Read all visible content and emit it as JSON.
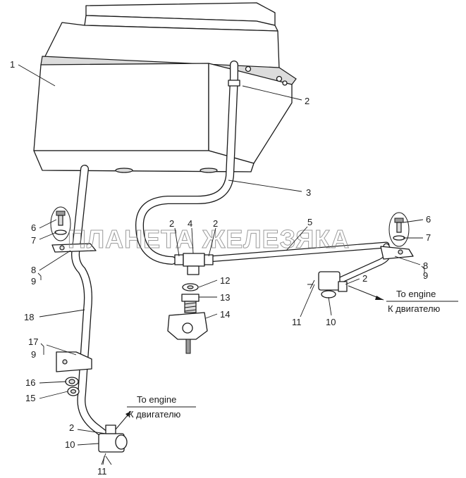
{
  "watermark": "ПЛАНЕТА ЖЕЛЕЗЯКА",
  "engine_labels": {
    "left": {
      "en": "To engine",
      "ru": "К двигателю"
    },
    "right": {
      "en": "To engine",
      "ru": "К двигателю"
    }
  },
  "callouts": [
    {
      "id": "c1",
      "text": "1"
    },
    {
      "id": "c2-top",
      "text": "2"
    },
    {
      "id": "c3",
      "text": "3"
    },
    {
      "id": "c6-left",
      "text": "6"
    },
    {
      "id": "c7-left",
      "text": "7"
    },
    {
      "id": "c2-tee-left",
      "text": "2"
    },
    {
      "id": "c4",
      "text": "4"
    },
    {
      "id": "c2-tee-right",
      "text": "2"
    },
    {
      "id": "c5",
      "text": "5"
    },
    {
      "id": "c6-right",
      "text": "6"
    },
    {
      "id": "c7-right",
      "text": "7"
    },
    {
      "id": "c8-left",
      "text": "8"
    },
    {
      "id": "c9-left",
      "text": "9"
    },
    {
      "id": "c12",
      "text": "12"
    },
    {
      "id": "c13",
      "text": "13"
    },
    {
      "id": "c14",
      "text": "14"
    },
    {
      "id": "c8-right",
      "text": "8"
    },
    {
      "id": "c9-right",
      "text": "9"
    },
    {
      "id": "c2-right-tap",
      "text": "2"
    },
    {
      "id": "c11-right",
      "text": "11"
    },
    {
      "id": "c10-right",
      "text": "10"
    },
    {
      "id": "c18",
      "text": "18"
    },
    {
      "id": "c17",
      "text": "17"
    },
    {
      "id": "c9-mid",
      "text": "9"
    },
    {
      "id": "c16",
      "text": "16"
    },
    {
      "id": "c15",
      "text": "15"
    },
    {
      "id": "c2-bottom",
      "text": "2"
    },
    {
      "id": "c10-bottom",
      "text": "10"
    },
    {
      "id": "c11-bottom",
      "text": "11"
    }
  ]
}
